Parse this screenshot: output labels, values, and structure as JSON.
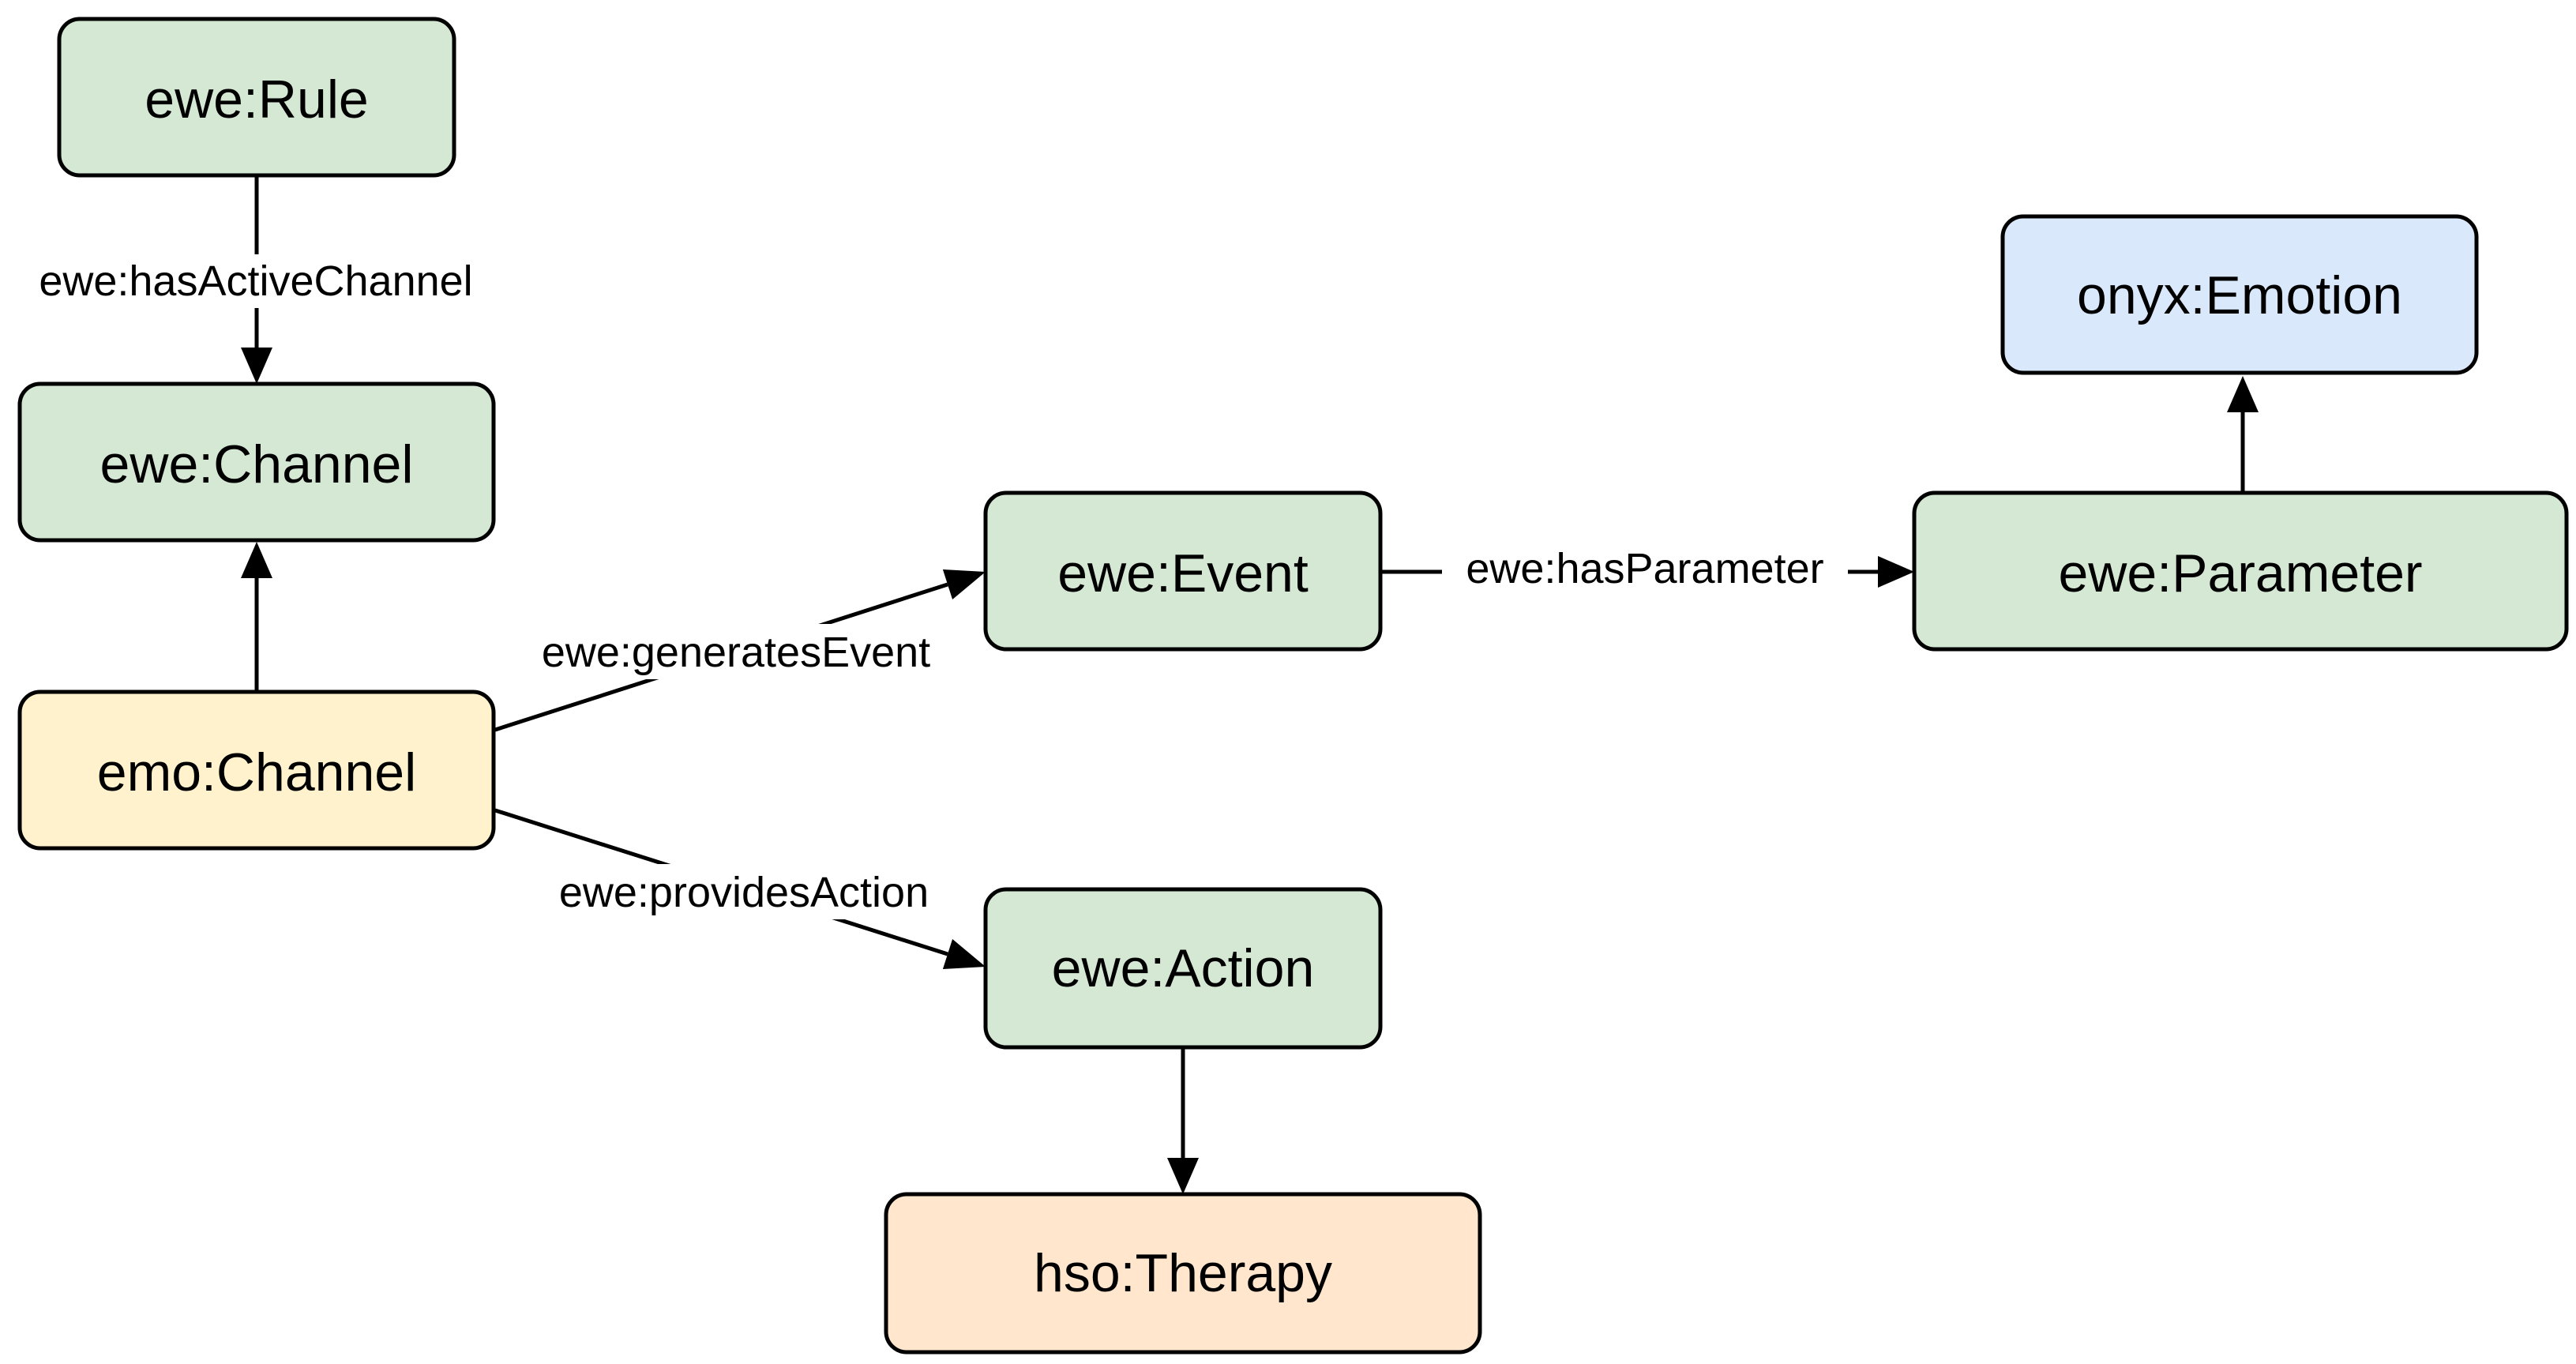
{
  "diagram": {
    "nodes": {
      "rule": {
        "label": "ewe:Rule",
        "fill": "#d5e8d4"
      },
      "channel": {
        "label": "ewe:Channel",
        "fill": "#d5e8d4"
      },
      "emo": {
        "label": "emo:Channel",
        "fill": "#fff2cc"
      },
      "event": {
        "label": "ewe:Event",
        "fill": "#d5e8d4"
      },
      "parameter": {
        "label": "ewe:Parameter",
        "fill": "#d5e8d4"
      },
      "emotion": {
        "label": "onyx:Emotion",
        "fill": "#dae8fc"
      },
      "action": {
        "label": "ewe:Action",
        "fill": "#d5e8d4"
      },
      "therapy": {
        "label": "hso:Therapy",
        "fill": "#ffe6cc"
      }
    },
    "edges": {
      "has_active_channel": {
        "label": "ewe:hasActiveChannel",
        "from": "ewe:Rule",
        "to": "ewe:Channel"
      },
      "emo_to_channel": {
        "label": "",
        "from": "emo:Channel",
        "to": "ewe:Channel"
      },
      "generates_event": {
        "label": "ewe:generatesEvent",
        "from": "emo:Channel",
        "to": "ewe:Event"
      },
      "provides_action": {
        "label": "ewe:providesAction",
        "from": "emo:Channel",
        "to": "ewe:Action"
      },
      "has_parameter": {
        "label": "ewe:hasParameter",
        "from": "ewe:Event",
        "to": "ewe:Parameter"
      },
      "parameter_to_emotion": {
        "label": "",
        "from": "ewe:Parameter",
        "to": "onyx:Emotion"
      },
      "action_to_therapy": {
        "label": "",
        "from": "ewe:Action",
        "to": "hso:Therapy"
      }
    }
  }
}
